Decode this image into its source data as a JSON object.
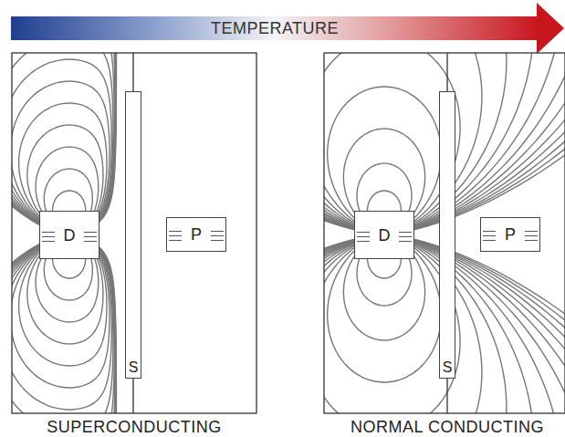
{
  "diagram": {
    "nodes": [
      {
        "text": [
          "TEMPERATURE"
        ]
      },
      {
        "text": [
          "D"
        ]
      },
      {
        "text": [
          "S"
        ]
      },
      {
        "text": [
          "P"
        ]
      },
      {
        "text": [
          "D"
        ]
      },
      {
        "text": [
          "S"
        ]
      },
      {
        "text": [
          "P"
        ]
      }
    ],
    "labels": [
      "SUPERCONDUCTING",
      "NORMAL CONDUCTING"
    ]
  }
}
